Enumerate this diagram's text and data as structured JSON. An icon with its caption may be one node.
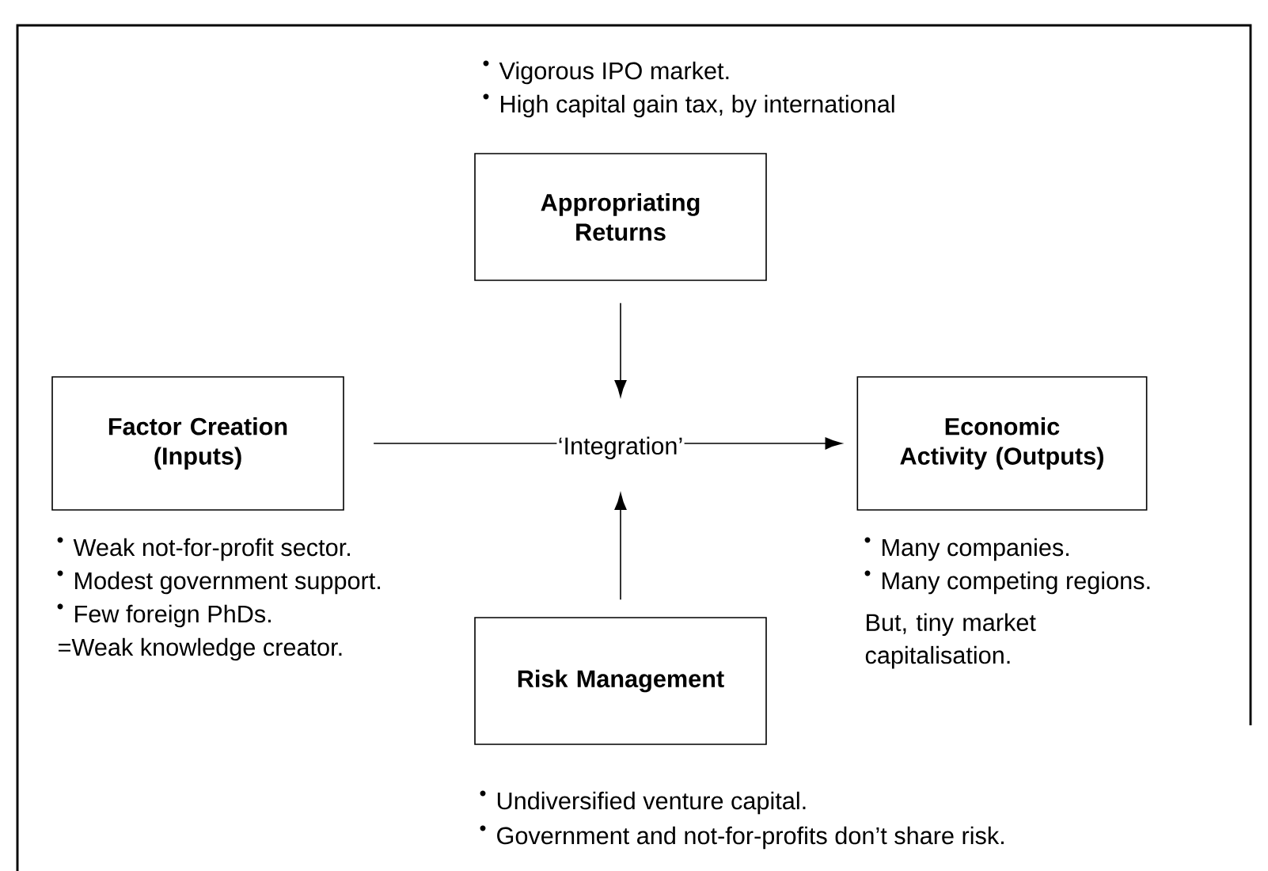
{
  "diagram": {
    "nodes": [
      {
        "text": [
          "Appropriating Returns"
        ],
        "beside": [
          "Vigorous IPO market.",
          "High capital gain tax, by international"
        ]
      },
      {
        "text": [
          "Factor Creation (Inputs)"
        ],
        "beside": [
          "Weak not-for-profit sector.",
          "Modest government support.",
          "Few foreign PhDs.",
          "=Weak knowledge creator."
        ]
      },
      {
        "text": [
          "Economic Activity (Outputs)"
        ],
        "beside": [
          "Many companies.",
          "Many competing regions.",
          "But, tiny market capitalisation."
        ]
      },
      {
        "text": [
          "Risk Management"
        ],
        "beside": [
          "Undiversified venture capital.",
          "Government and not-for-profits don’t share risk."
        ]
      }
    ],
    "edges": [
      {
        "from": 1,
        "to": 2,
        "arrow": "to",
        "label": "‘Integration’"
      },
      {
        "from": 0,
        "to": null,
        "arrow": "to"
      },
      {
        "from": 3,
        "to": null,
        "arrow": "to"
      }
    ]
  }
}
